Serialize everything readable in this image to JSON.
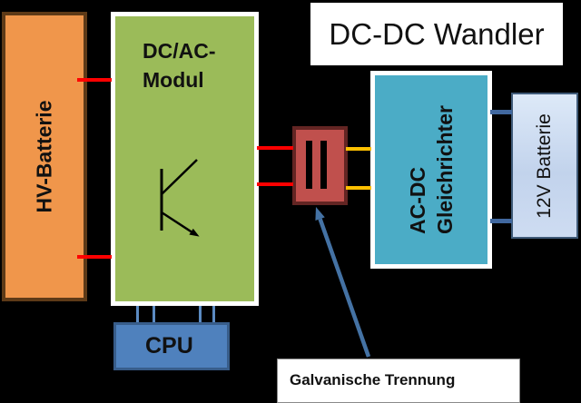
{
  "title": {
    "text": "DC-DC Wandler"
  },
  "blocks": {
    "hv_battery": {
      "label": "HV-Batterie",
      "fill": "#F0964B",
      "border": "#5E3A17"
    },
    "dc_ac_module": {
      "line1": "DC/AC-",
      "line2": "Modul",
      "fill": "#9BBB59",
      "border": "#FFFFFF"
    },
    "transformer": {
      "fill": "#C0504D",
      "border": "#632523",
      "icon": "transformer-core-bars-icon"
    },
    "ac_dc_rectifier": {
      "line1": "AC-DC",
      "line2": "Gleichrichter",
      "fill": "#4BACC6",
      "border": "#FFFFFF"
    },
    "battery_12v": {
      "label": "12V Batterie",
      "fill_top": "#DDE9F8",
      "fill_bottom": "#C2D3EC",
      "border": "#3F5A78"
    },
    "cpu": {
      "label": "CPU",
      "fill": "#4F81BD",
      "border": "#385D8A"
    }
  },
  "annotation": {
    "label": "Galvanische Trennung",
    "arrow_color": "#4472A4"
  },
  "icons": {
    "transistor": "transistor-icon",
    "transformer_bars": "transformer-core-bars-icon",
    "annotation_arrow": "annotation-arrow-icon"
  },
  "wire_colors": {
    "hv_dc": "#FE0000",
    "ac": "#FFC000",
    "dc_12v": "#41689F",
    "cpu_control": "#5B8AC2"
  },
  "background": "#000000"
}
